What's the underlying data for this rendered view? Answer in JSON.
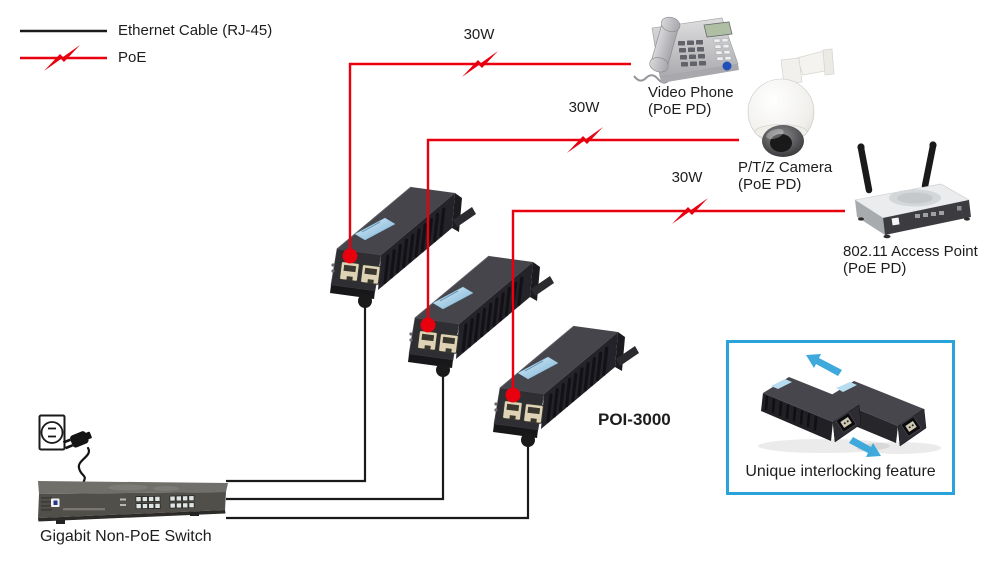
{
  "legend": {
    "ethernet_label": "Ethernet Cable (RJ-45)",
    "poe_label": "PoE"
  },
  "power_labels": {
    "phone_link": "30W",
    "camera_link": "30W",
    "access_point_link": "30W"
  },
  "devices": {
    "video_phone": {
      "name": "Video Phone",
      "type": "(PoE PD)"
    },
    "ptz_camera": {
      "name": "P/T/Z Camera",
      "type": "(PoE PD)"
    },
    "access_point": {
      "name": "802.11 Access Point",
      "type": "(PoE PD)"
    },
    "injector": {
      "model": "POI-3000"
    },
    "switch": {
      "name": "Gigabit Non-PoE Switch"
    }
  },
  "inset": {
    "caption": "Unique interlocking feature"
  },
  "colors": {
    "poe": "#e8000f",
    "ethernet": "#1a1a1a",
    "inset_border": "#2aa2da",
    "arrow": "#3fa9dc"
  }
}
